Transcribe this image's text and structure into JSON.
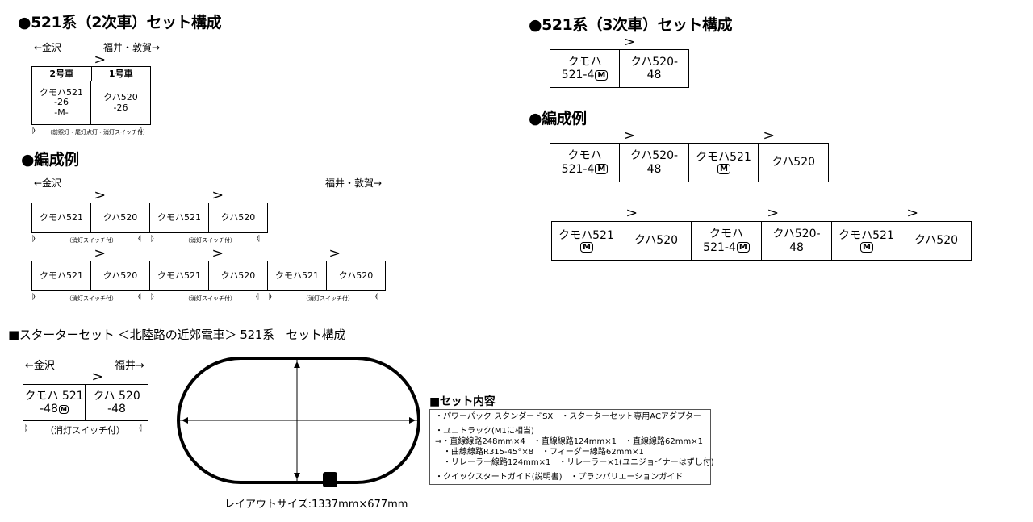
{
  "sections": {
    "gen2_title": "●521系（2次車）セット構成",
    "gen2_example_title": "●編成例",
    "gen3_title": "●521系（3次車）セット構成",
    "gen3_example_title": "●編成例",
    "starter_title": "■スターターセット ＜北陸路の近郊電車＞ 521系　セット構成",
    "contents_title": "■セット内容"
  },
  "directions": {
    "left_kanazawa": "←金沢",
    "right_fukui_tsuruga": "福井・敦賀→",
    "right_fukui": "福井→"
  },
  "gen2_set": {
    "headers": [
      "2号車",
      "1号車"
    ],
    "cars": [
      {
        "lines": [
          "クモハ521",
          "-26",
          "-M-"
        ]
      },
      {
        "lines": [
          "クハ520",
          "-26"
        ]
      }
    ],
    "note": "（前照灯・尾灯点灯・消灯スイッチ付）"
  },
  "gen2_examples": {
    "row1": [
      "クモハ521",
      "クハ520",
      "クモハ521",
      "クハ520"
    ],
    "row2": [
      "クモハ521",
      "クハ520",
      "クモハ521",
      "クハ520",
      "クモハ521",
      "クハ520"
    ],
    "switch_note": "（消灯スイッチ付）"
  },
  "gen3_set": {
    "cars": [
      {
        "l1": "クモハ",
        "l2": "521-4",
        "m": "M"
      },
      {
        "l1": "クハ520-",
        "l2": "48"
      }
    ]
  },
  "gen3_examples": {
    "row1": [
      {
        "l1": "クモハ",
        "l2": "521-4",
        "m": "M"
      },
      {
        "l1": "クハ520-",
        "l2": "48"
      },
      {
        "l1": "クモハ521",
        "l2": "",
        "m": "M"
      },
      {
        "l1": "クハ520",
        "l2": ""
      }
    ],
    "row2": [
      {
        "l1": "クモハ521",
        "l2": "",
        "m": "M"
      },
      {
        "l1": "クハ520",
        "l2": ""
      },
      {
        "l1": "クモハ",
        "l2": "521-4",
        "m": "M"
      },
      {
        "l1": "クハ520-",
        "l2": "48"
      },
      {
        "l1": "クモハ521",
        "l2": "",
        "m": "M"
      },
      {
        "l1": "クハ520",
        "l2": ""
      }
    ]
  },
  "starter_set": {
    "cars": [
      {
        "l1": "クモハ 521",
        "l2": "-48",
        "m": "M"
      },
      {
        "l1": "クハ 520",
        "l2": "-48"
      }
    ],
    "note": "（消灯スイッチ付）"
  },
  "layout_size": "レイアウトサイズ:1337mm×677mm",
  "set_contents": {
    "line1": "・パワーパック スタンダードSX　・スターターセット専用ACアダプター",
    "line2": "・ユニトラック(M1に相当)",
    "line3": "⇒・直線線路248mm×4　・直線線路124mm×1　・直線線路62mm×1",
    "line4": "・曲線線路R315-45°×8　・フィーダー線路62mm×1",
    "line5": "・リレーラー線路124mm×1　・リレーラー×1(ユニジョイナーはずし付)",
    "line6": "・クイックスタートガイド(説明書)　・プランバリエーションガイド"
  }
}
